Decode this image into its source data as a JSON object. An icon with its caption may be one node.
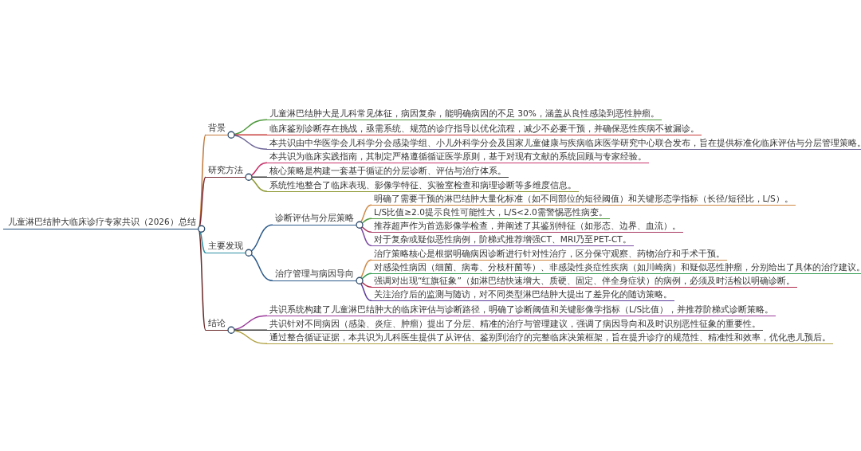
{
  "diagram": {
    "nodes": [
      {
        "text": [
          "儿童淋巴结肿大临床诊疗专家共识（2026）总结"
        ]
      },
      {
        "text": [
          "背景"
        ]
      },
      {
        "text": [
          "儿童淋巴结肿大是儿科常见体征，病因复杂，能明确病因的不足 30%，涵盖从良性感染到恶性肿瘤。"
        ]
      },
      {
        "text": [
          "临床鉴别诊断存在挑战，亟需系统、规范的诊疗指导以优化流程，减少不必要干预，并确保恶性疾病不被漏诊。"
        ]
      },
      {
        "text": [
          "本共识由中华医学会儿科学分会感染学组、小儿外科学分会及国家儿童健康与疾病临床医学研究中心联合发布，旨在提供标准化临床评估与分层管理策略。"
        ]
      },
      {
        "text": [
          "研究方法"
        ]
      },
      {
        "text": [
          "本共识为临床实践指南，其制定严格遵循循证医学原则，基于对现有文献的系统回顾与专家经验。"
        ]
      },
      {
        "text": [
          "核心策略是构建一套基于循证的分层诊断、评估与治疗体系。"
        ]
      },
      {
        "text": [
          "系统性地整合了临床表现、影像学特征、实验室检查和病理诊断等多维度信息。"
        ]
      },
      {
        "text": [
          "主要发现"
        ]
      },
      {
        "text": [
          "诊断评估与分层策略"
        ]
      },
      {
        "text": [
          "明确了需要干预的淋巴结肿大量化标准（如不同部位的短径阈值）和关键形态学指标（长径/短径比，L/S）。"
        ]
      },
      {
        "text": [
          "L/S比值≥2.0提示良性可能性大，L/S<2.0需警惕恶性病变。"
        ]
      },
      {
        "text": [
          "推荐超声作为首选影像学检查，并阐述了其鉴别特征（如形态、边界、血流）。"
        ]
      },
      {
        "text": [
          "对于复杂或疑似恶性病例，阶梯式推荐增强CT、MRI乃至PET-CT。"
        ]
      },
      {
        "text": [
          "治疗管理与病因导向"
        ]
      },
      {
        "text": [
          "治疗策略核心是根据明确病因诊断进行针对性治疗，区分保守观察、药物治疗和手术干预。"
        ]
      },
      {
        "text": [
          "对感染性病因（细菌、病毒、分枝杆菌等）、非感染性炎症性疾病（如川崎病）和疑似恶性肿瘤，分别给出了具体的治疗建议。"
        ]
      },
      {
        "text": [
          "强调对出现“红旗征象”（如淋巴结快速增大、质硬、固定、伴全身症状）的病例，必须及时活检以明确诊断。"
        ]
      },
      {
        "text": [
          "关注治疗后的监测与随访，对不同类型淋巴结肿大提出了差异化的随访策略。"
        ]
      },
      {
        "text": [
          "结论"
        ]
      },
      {
        "text": [
          "共识系统构建了儿童淋巴结肿大的临床评估与诊断路径，明确了诊断阈值和关键影像学指标（L/S比值），并推荐阶梯式诊断策略。"
        ]
      },
      {
        "text": [
          "共识针对不同病因（感染、炎症、肿瘤）提出了分层、精准的治疗与管理建议，强调了病因导向和及时识别恶性征象的重要性。"
        ]
      },
      {
        "text": [
          "通过整合循证证据，本共识为儿科医生提供了从评估、鉴别到治疗的完整临床决策框架，旨在提升诊疗的规范性、精准性和效率，优化患儿预后。"
        ]
      }
    ],
    "edges": [
      {
        "from": 0,
        "to": 1,
        "arrow": "none",
        "color": "#c27a3e"
      },
      {
        "from": 1,
        "to": 2,
        "arrow": "none",
        "color": "#4e9a3c"
      },
      {
        "from": 1,
        "to": 3,
        "arrow": "none",
        "color": "#c83a3a"
      },
      {
        "from": 1,
        "to": 4,
        "arrow": "none",
        "color": "#6c6496"
      },
      {
        "from": 0,
        "to": 5,
        "arrow": "none",
        "color": "#7a2e38"
      },
      {
        "from": 5,
        "to": 6,
        "arrow": "none",
        "color": "#c8346a"
      },
      {
        "from": 5,
        "to": 7,
        "arrow": "none",
        "color": "#3a3a3a"
      },
      {
        "from": 5,
        "to": 8,
        "arrow": "none",
        "color": "#8e9a36"
      },
      {
        "from": 0,
        "to": 9,
        "arrow": "none",
        "color": "#2c8ea4"
      },
      {
        "from": 9,
        "to": 10,
        "arrow": "none",
        "color": "#2c5a8a"
      },
      {
        "from": 10,
        "to": 11,
        "arrow": "none",
        "color": "#d08a48"
      },
      {
        "from": 10,
        "to": 12,
        "arrow": "none",
        "color": "#4e9a3c"
      },
      {
        "from": 10,
        "to": 13,
        "arrow": "none",
        "color": "#a83a62"
      },
      {
        "from": 10,
        "to": 14,
        "arrow": "none",
        "color": "#7a4aa2"
      },
      {
        "from": 9,
        "to": 15,
        "arrow": "none",
        "color": "#2c5a8a"
      },
      {
        "from": 15,
        "to": 16,
        "arrow": "none",
        "color": "#d08a48"
      },
      {
        "from": 15,
        "to": 17,
        "arrow": "none",
        "color": "#2e9a4c"
      },
      {
        "from": 15,
        "to": 18,
        "arrow": "none",
        "color": "#b02a4c"
      },
      {
        "from": 15,
        "to": 19,
        "arrow": "none",
        "color": "#5a3a9a"
      },
      {
        "from": 0,
        "to": 20,
        "arrow": "none",
        "color": "#6a2a2a"
      },
      {
        "from": 20,
        "to": 21,
        "arrow": "none",
        "color": "#9a3a9a"
      },
      {
        "from": 20,
        "to": 22,
        "arrow": "none",
        "color": "#3a3a3a"
      },
      {
        "from": 20,
        "to": 23,
        "arrow": "none",
        "color": "#b0a040"
      }
    ]
  }
}
